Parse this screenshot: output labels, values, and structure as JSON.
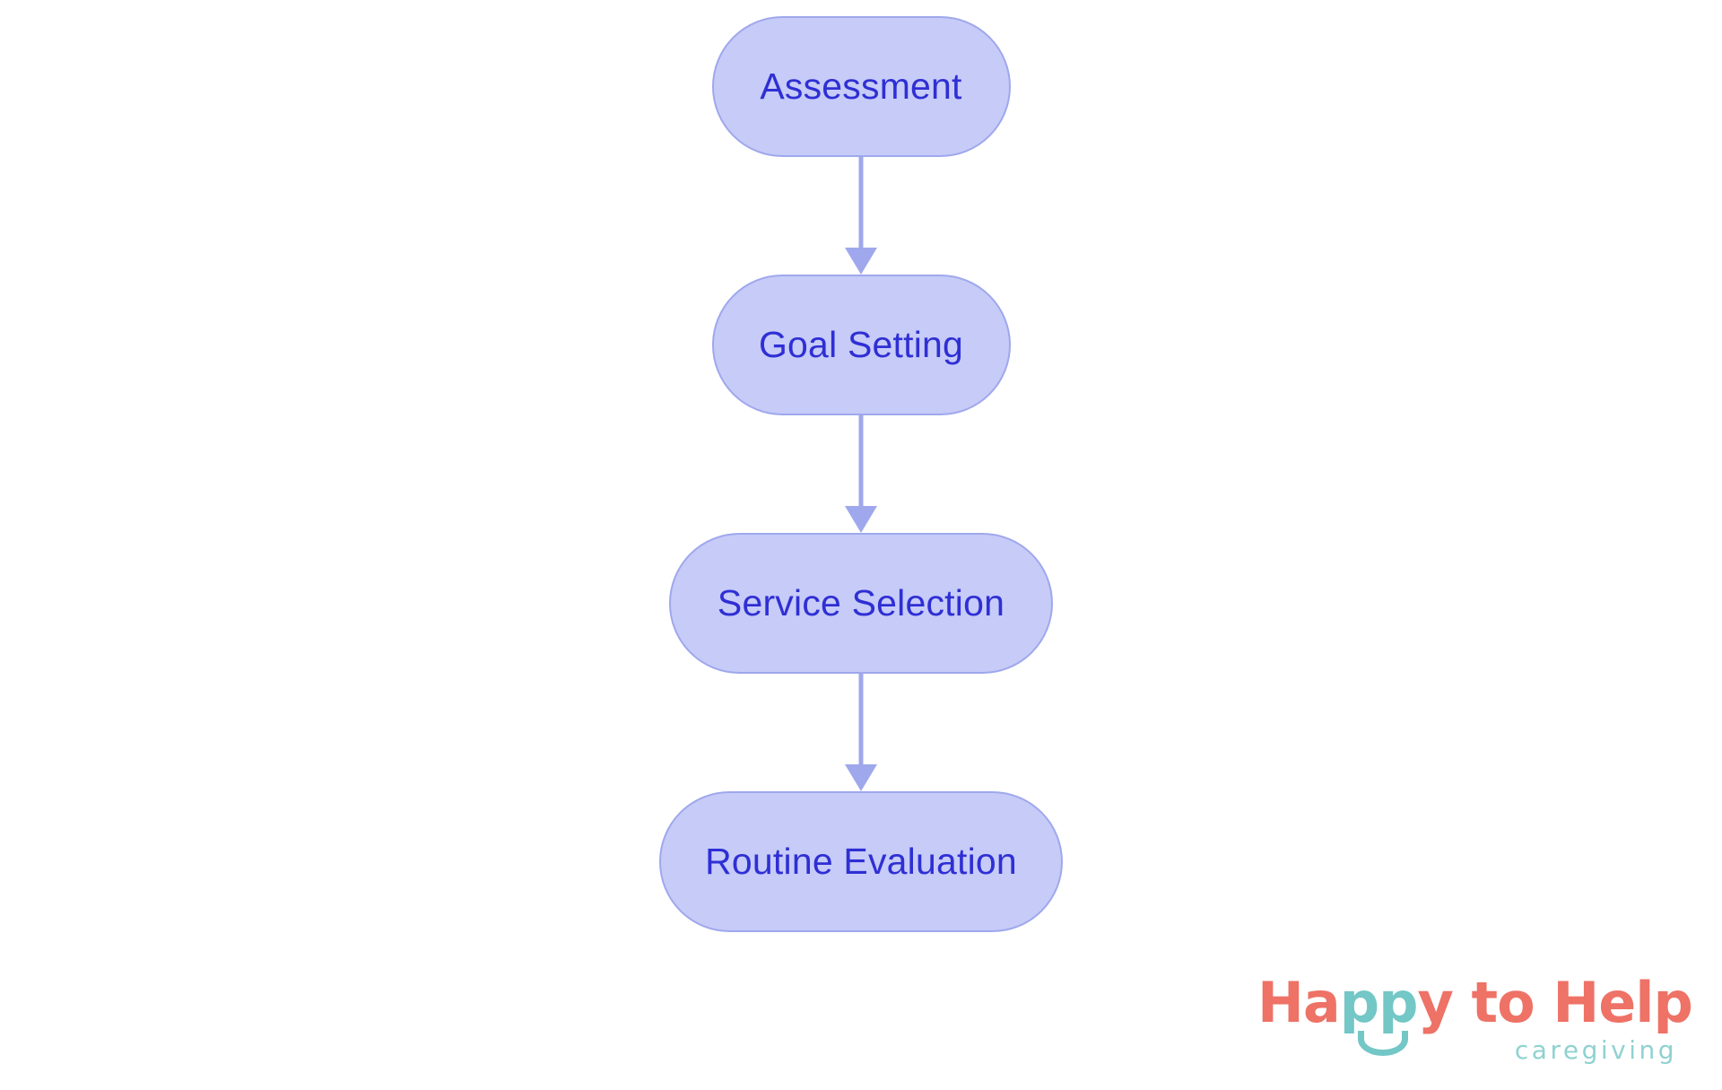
{
  "diagram": {
    "type": "flowchart",
    "orientation": "vertical-top-down",
    "background_color": "#ffffff",
    "node_fill_color": "#c6cbf8",
    "node_border_color": "#9fa8ec",
    "node_text_color": "#2f2fd4",
    "connector_color": "#9fa8ec",
    "nodes": [
      {
        "id": "assessment",
        "label": "Assessment"
      },
      {
        "id": "goal-setting",
        "label": "Goal Setting"
      },
      {
        "id": "service-selection",
        "label": "Service Selection"
      },
      {
        "id": "routine-evaluation",
        "label": "Routine Evaluation"
      }
    ],
    "edges": [
      {
        "from": "assessment",
        "to": "goal-setting",
        "arrow": "down-arrow"
      },
      {
        "from": "goal-setting",
        "to": "service-selection",
        "arrow": "down-arrow"
      },
      {
        "from": "service-selection",
        "to": "routine-evaluation",
        "arrow": "down-arrow"
      }
    ]
  },
  "logo": {
    "word_1": "Ha",
    "word_2": "pp",
    "word_3": "y to He",
    "word_4": "l",
    "word_5": "p",
    "tagline": "caregiving",
    "coral_color": "#ee7266",
    "teal_color": "#73c7c6",
    "tagline_color": "#8fd2d0"
  }
}
